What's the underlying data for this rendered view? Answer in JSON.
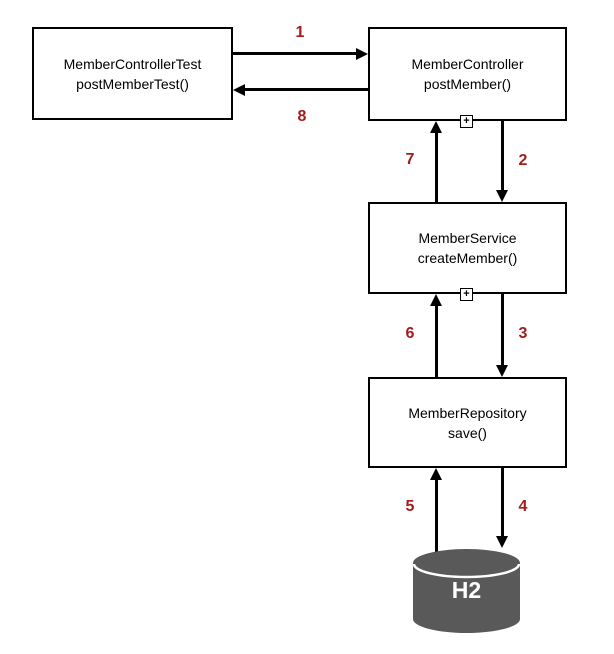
{
  "icons": {
    "expand_plus": "+"
  },
  "colors": {
    "line_black": "#000000",
    "edge_label_red": "#a31b1b",
    "box_fill": "#ffffff",
    "cylinder_fill": "#595959",
    "cylinder_label_white": "#ffffff"
  },
  "diagram": {
    "nodes": [
      {
        "name": "MemberControllerTest",
        "method": "postMemberTest()"
      },
      {
        "name": "MemberController",
        "method": "postMember()"
      },
      {
        "name": "MemberService",
        "method": "createMember()"
      },
      {
        "name": "MemberRepository",
        "method": "save()"
      },
      {
        "name": "H2",
        "shape": "database-cylinder"
      }
    ],
    "edges": [
      {
        "label": "1",
        "from": "MemberControllerTest",
        "to": "MemberController"
      },
      {
        "label": "2",
        "from": "MemberController",
        "to": "MemberService"
      },
      {
        "label": "3",
        "from": "MemberService",
        "to": "MemberRepository"
      },
      {
        "label": "4",
        "from": "MemberRepository",
        "to": "H2"
      },
      {
        "label": "5",
        "from": "H2",
        "to": "MemberRepository"
      },
      {
        "label": "6",
        "from": "MemberRepository",
        "to": "MemberService"
      },
      {
        "label": "7",
        "from": "MemberService",
        "to": "MemberController"
      },
      {
        "label": "8",
        "from": "MemberController",
        "to": "MemberControllerTest"
      }
    ]
  }
}
